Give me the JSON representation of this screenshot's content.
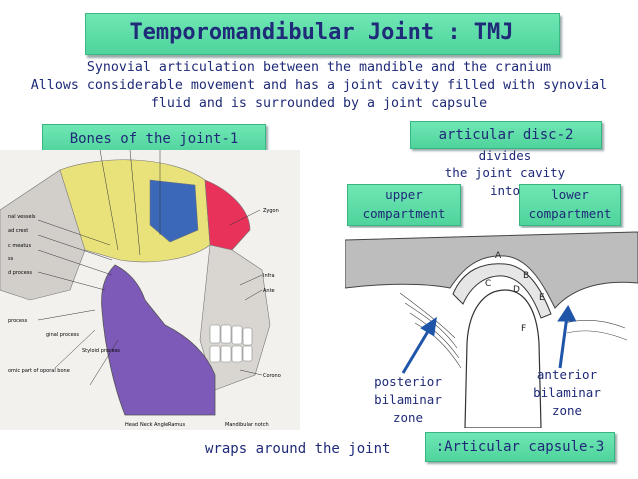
{
  "title": "Temporomandibular Joint : TMJ",
  "subtitle": {
    "line1": "Synovial articulation between the mandible and the cranium",
    "line2": "Allows considerable movement and has a joint cavity filled with synovial",
    "line3": "fluid and is surrounded by a joint capsule"
  },
  "bones_tag": "Bones of the joint-1",
  "disc": {
    "tag": "articular disc-2",
    "line1": "divides",
    "line2": "the joint cavity",
    "line3": "into",
    "upper": [
      "upper",
      "compartment"
    ],
    "lower": [
      "lower",
      "compartment"
    ]
  },
  "zones": {
    "posterior": [
      "posterior",
      "bilaminar",
      "zone"
    ],
    "anterior": [
      "anterior",
      "bilaminar",
      "zone"
    ]
  },
  "capsule_text": "wraps around the joint",
  "capsule_tag": ":Articular capsule-3",
  "skull_labels": [
    "nal vessels",
    "ad crest",
    "c meatus",
    "ss",
    "d process",
    "process",
    "ginal process",
    "Styloid process",
    "omic part of oporal bone",
    "Zygon",
    "Infra",
    "Ante",
    "Corono",
    "Head",
    "Neck",
    "Angle",
    "Ramus",
    "Mandibular notch"
  ],
  "diagram_letters": [
    "A",
    "B",
    "C",
    "D",
    "E",
    "F"
  ],
  "colors": {
    "title_text": "#1f2a78",
    "box_fill": "#55d8a3",
    "arrow": "#1f55a8",
    "mandible": "#7d5ab8",
    "temporal": "#e8e072",
    "frontal_red": "#e8325a",
    "sphenoid_blue": "#3b68b8"
  }
}
